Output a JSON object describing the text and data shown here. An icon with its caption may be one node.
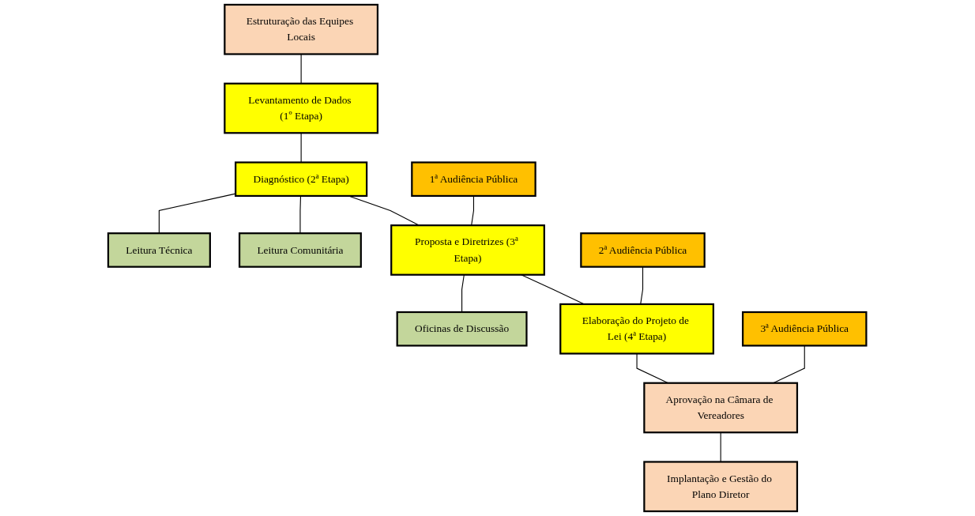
{
  "diagram": {
    "nodes": [
      {
        "text": [
          "Estruturação das Equipes Locais"
        ]
      },
      {
        "text": [
          "Levantamento de Dados (1º Etapa)"
        ]
      },
      {
        "text": [
          "Diagnóstico (2ª Etapa)"
        ]
      },
      {
        "text": [
          "Leitura Técnica"
        ]
      },
      {
        "text": [
          "Leitura Comunitária"
        ]
      },
      {
        "text": [
          "1ª Audiência Pública"
        ]
      },
      {
        "text": [
          "Proposta e Diretrizes (3ª Etapa)"
        ]
      },
      {
        "text": [
          "Oficinas de Discussão"
        ]
      },
      {
        "text": [
          "2ª Audiência Pública"
        ]
      },
      {
        "text": [
          "Elaboração do Projeto de Lei (4ª Etapa)"
        ]
      },
      {
        "text": [
          "3ª Audiência Pública"
        ]
      },
      {
        "text": [
          "Aprovação na Câmara de Vereadores"
        ]
      },
      {
        "text": [
          "Implantação e Gestão do Plano Diretor"
        ]
      }
    ],
    "edges": [
      {
        "from": 0,
        "to": 1,
        "arrow": "none"
      },
      {
        "from": 1,
        "to": 2,
        "arrow": "none"
      },
      {
        "from": 2,
        "to": 3,
        "arrow": "none"
      },
      {
        "from": 2,
        "to": 4,
        "arrow": "none"
      },
      {
        "from": 2,
        "to": 6,
        "arrow": "none"
      },
      {
        "from": 5,
        "to": 6,
        "arrow": "none"
      },
      {
        "from": 6,
        "to": 7,
        "arrow": "none"
      },
      {
        "from": 6,
        "to": 9,
        "arrow": "none"
      },
      {
        "from": 8,
        "to": 9,
        "arrow": "none"
      },
      {
        "from": 9,
        "to": 11,
        "arrow": "none"
      },
      {
        "from": 10,
        "to": 11,
        "arrow": "none"
      },
      {
        "from": 11,
        "to": 12,
        "arrow": "none"
      }
    ]
  }
}
